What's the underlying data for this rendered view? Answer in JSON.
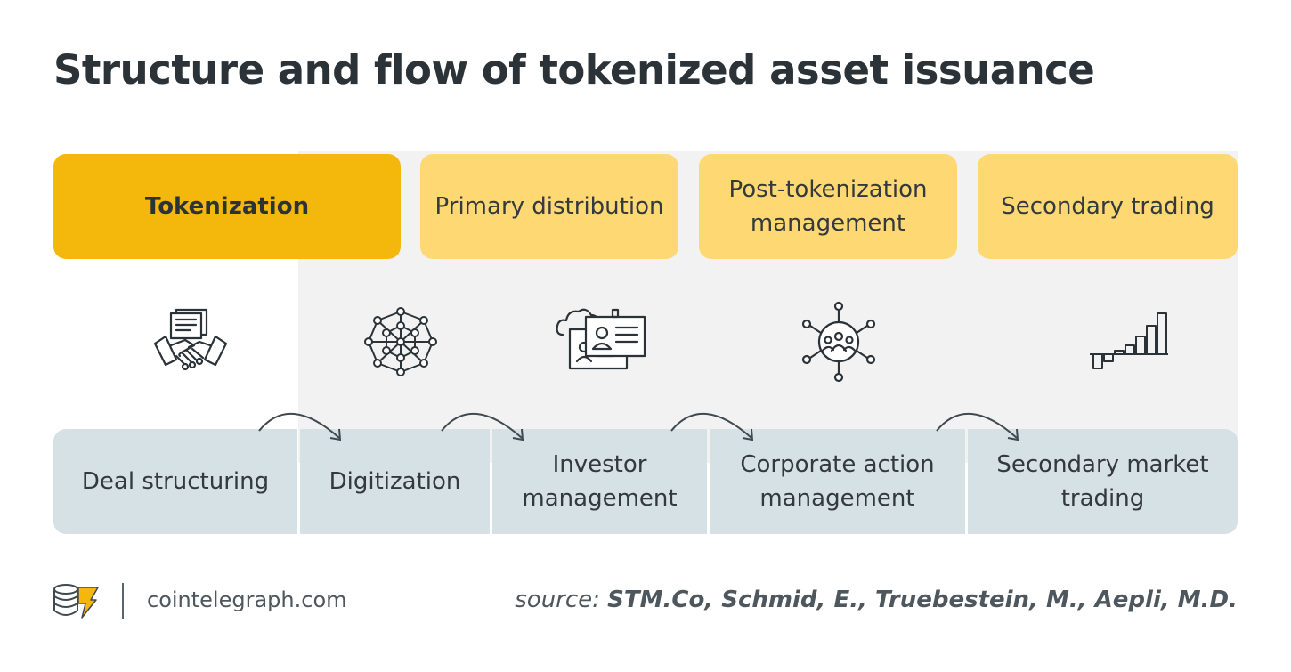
{
  "title": "Structure and flow of tokenized asset issuance",
  "phases": [
    {
      "label": "Tokenization",
      "highlight": true
    },
    {
      "label": "Primary distribution",
      "highlight": false
    },
    {
      "label": "Post-tokenization management",
      "highlight": false
    },
    {
      "label": "Secondary trading",
      "highlight": false
    }
  ],
  "icons": [
    "handshake-document-icon",
    "network-sphere-icon",
    "id-cards-cloud-icon",
    "community-hub-icon",
    "rising-bars-icon"
  ],
  "steps": [
    {
      "label": "Deal structuring"
    },
    {
      "label": "Digitization"
    },
    {
      "label": "Investor management"
    },
    {
      "label": "Corporate action management"
    },
    {
      "label": "Secondary market trading"
    }
  ],
  "footer": {
    "site": "cointelegraph.com",
    "source_prefix": "source:",
    "source_authors": "STM.Co, Schmid, E., Truebestein, M., Aepli, M.D."
  },
  "colors": {
    "phase_primary": "#f4b70c",
    "phase_light": "#fdd873",
    "step_bg": "#d6e1e6",
    "panel_bg": "#f2f2f2",
    "text_dark": "#2b3338"
  }
}
